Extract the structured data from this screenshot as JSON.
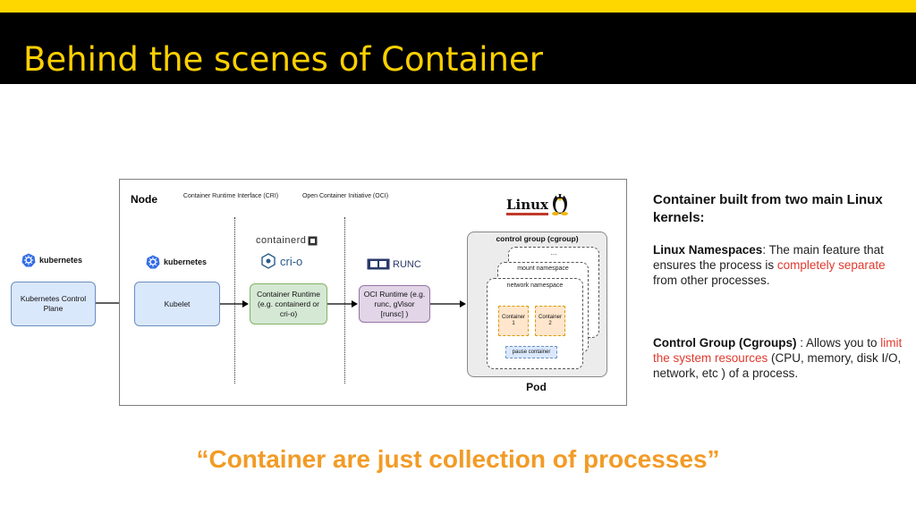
{
  "colors": {
    "top_bar": "#ffd700",
    "title_text": "#ffd000",
    "quote_text": "#f29b26",
    "highlight": "#e03a2e"
  },
  "title": "Behind the scenes of Container",
  "diagram": {
    "node_label": "Node",
    "cri_label": "Container Runtime Interface (CRI)",
    "oci_label": "Open Container Initiative (OCI)",
    "kubernetes_logo": "kubernetes",
    "control_plane": "Kubernetes Control Plane",
    "kubelet": "Kubelet",
    "containerd_logo": "containerd",
    "crio_logo": "cri-o",
    "container_runtime": "Container Runtime (e.g. containerd or cri-o)",
    "runc_logo": "RUNC",
    "oci_runtime": "OCI Runtime (e.g. runc, gVisor [runsc] )",
    "linux_logo": "Linux",
    "cgroup_label": "control group (cgroup)",
    "ns_back": "...",
    "mount_ns": "mount namespace",
    "network_ns": "network namespace",
    "container1": "Container 1",
    "container2": "Container 2",
    "pause_container": "pause container",
    "pod_label": "Pod"
  },
  "side_panel": {
    "heading": "Container built from two main Linux kernels:",
    "ns_term": "Linux Namespaces",
    "ns_pre": ":  The main feature that ensures the process is ",
    "ns_hl": "completely separate",
    "ns_post": " from other processes.",
    "cg_term": "Control Group (Cgroups)",
    "cg_pre": " : Allows you to ",
    "cg_hl": "limit the system resources",
    "cg_post": " (CPU, memory, disk I/O, network, etc ) of a process."
  },
  "quote": "“Container are just collection of processes”"
}
